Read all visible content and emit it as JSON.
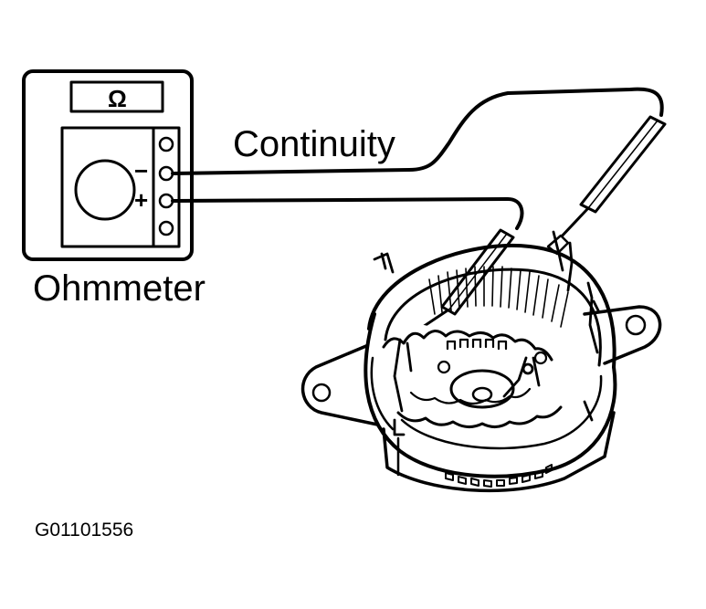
{
  "diagram": {
    "label_continuity": "Continuity",
    "label_ohmmeter": "Ohmmeter",
    "figure_code": "G01101556",
    "display_symbol": "Ω",
    "terminal_minus": "−",
    "terminal_plus": "+"
  },
  "colors": {
    "ink": "#000000",
    "paper": "#ffffff"
  }
}
